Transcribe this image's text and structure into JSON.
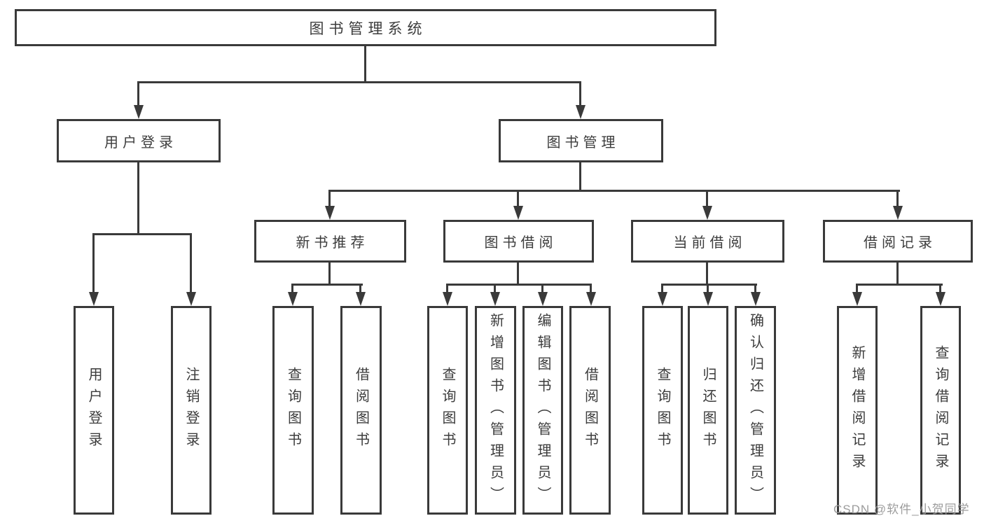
{
  "colors": {
    "line": "#3a3a3a",
    "text": "#3c3c3c",
    "watermark": "#9c9c9c",
    "background": "#ffffff"
  },
  "diagram": {
    "root": {
      "label": "图书管理系统"
    },
    "branches": [
      {
        "label": "用户登录",
        "children": [
          {
            "label": "用户登录"
          },
          {
            "label": "注销登录"
          }
        ]
      },
      {
        "label": "图书管理",
        "sections": [
          {
            "label": "新书推荐",
            "children": [
              {
                "label": "查询图书"
              },
              {
                "label": "借阅图书"
              }
            ]
          },
          {
            "label": "图书借阅",
            "children": [
              {
                "label": "查询图书"
              },
              {
                "label": "新增图书（管理员）"
              },
              {
                "label": "编辑图书（管理员）"
              },
              {
                "label": "借阅图书"
              }
            ]
          },
          {
            "label": "当前借阅",
            "children": [
              {
                "label": "查询图书"
              },
              {
                "label": "归还图书"
              },
              {
                "label": "确认归还（管理员）"
              }
            ]
          },
          {
            "label": "借阅记录",
            "children": [
              {
                "label": "新增借阅记录"
              },
              {
                "label": "查询借阅记录"
              }
            ]
          }
        ]
      }
    ]
  },
  "watermark": {
    "text": "CSDN @软件_小贺同学"
  }
}
